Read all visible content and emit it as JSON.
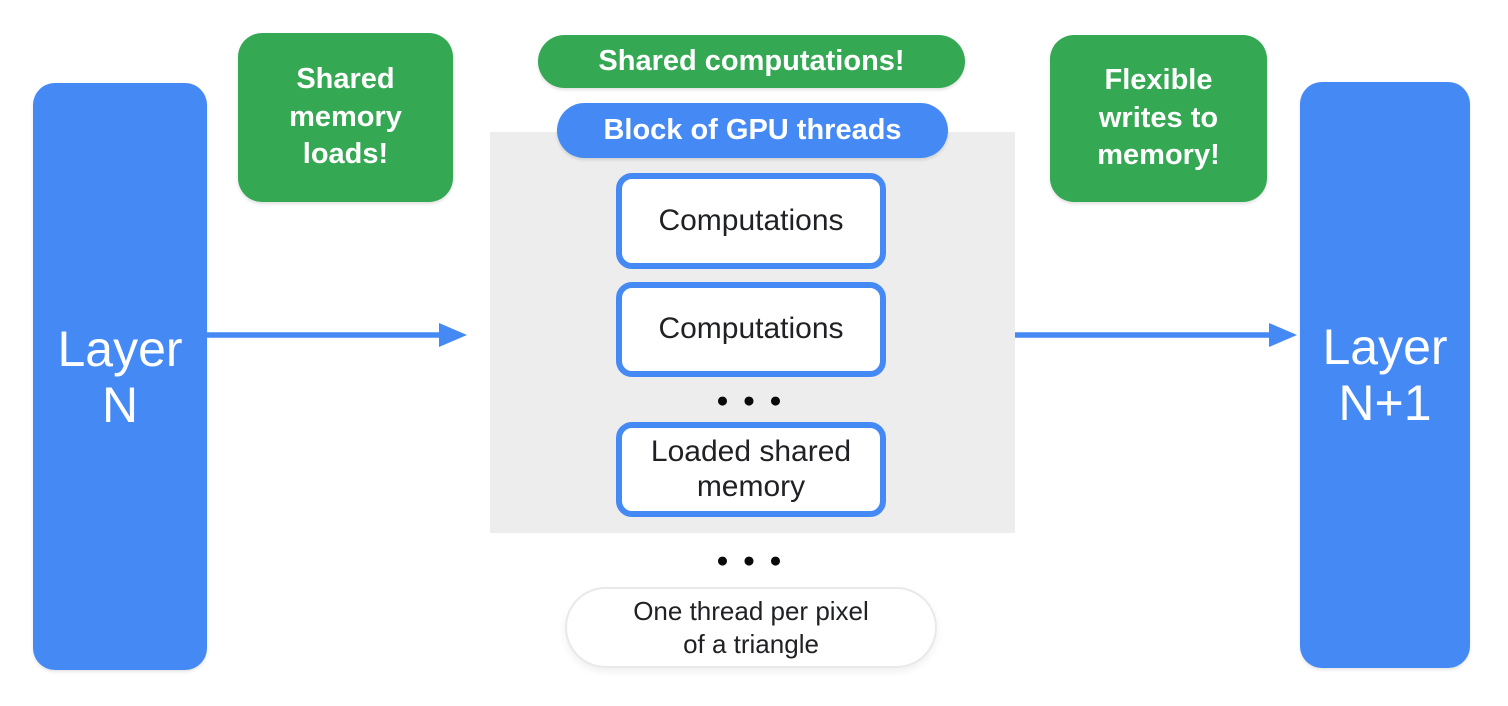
{
  "diagram": {
    "left_layer": {
      "label": "Layer\nN"
    },
    "right_layer": {
      "label": "Layer\nN+1"
    },
    "callout_left": {
      "label": "Shared\nmemory\nloads!"
    },
    "callout_center": {
      "label": "Shared computations!"
    },
    "callout_right": {
      "label": "Flexible\nwrites to\nmemory!"
    },
    "gpu_block": {
      "title": "Block of GPU threads",
      "boxes": [
        "Computations",
        "Computations",
        "Loaded shared\nmemory"
      ],
      "ellipsis": "● ● ●"
    },
    "outer_ellipsis": "● ● ●",
    "bottom_note": {
      "label": "One thread per pixel\nof a triangle"
    },
    "colors": {
      "blue": "#4589F5",
      "green": "#34A853",
      "block_gray": "#EDEDED",
      "text_dark": "#202124",
      "background": "#FFFFFF"
    }
  }
}
